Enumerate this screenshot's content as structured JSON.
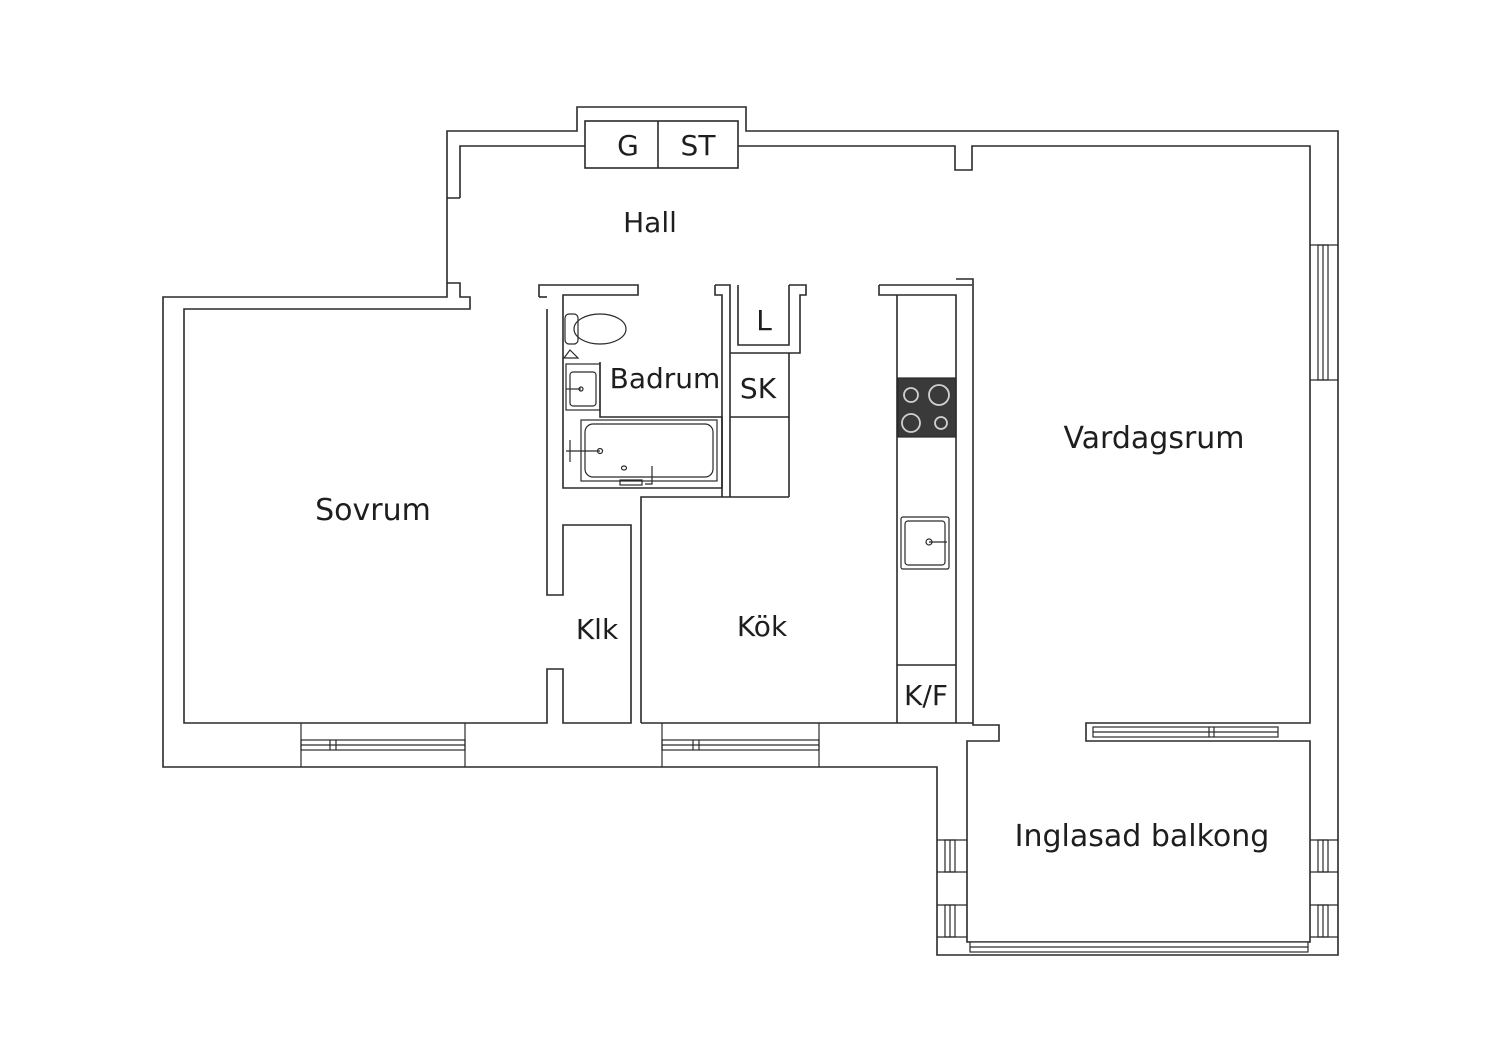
{
  "rooms": {
    "hall": "Hall",
    "sovrum": "Sovrum",
    "badrum": "Badrum",
    "kok": "Kök",
    "klk": "Klk",
    "vardagsrum": "Vardagsrum",
    "balkong": "Inglasad balkong"
  },
  "fixtures": {
    "g": "G",
    "st": "ST",
    "l": "L",
    "sk": "SK",
    "kf": "K/F"
  },
  "icons": {
    "toilet": "toilet-icon",
    "bathroom_sink": "bathroom-sink-icon",
    "bathtub": "bathtub-icon",
    "stove": "stove-icon",
    "kitchen_sink": "kitchen-sink-icon"
  },
  "colors": {
    "line": "#2a2a2a",
    "stove": "#3a3a3a",
    "background": "#ffffff"
  }
}
